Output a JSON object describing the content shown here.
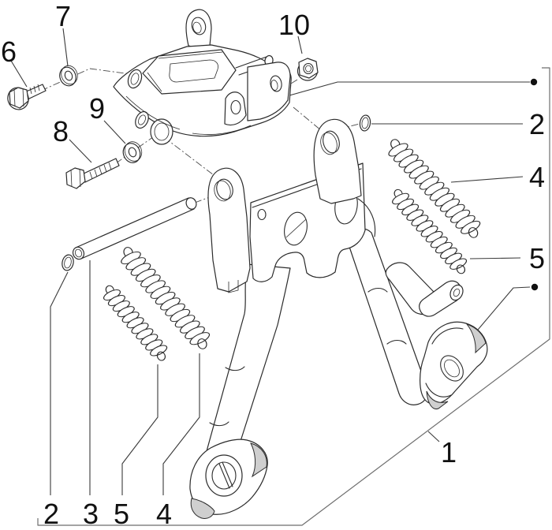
{
  "diagram": {
    "type": "exploded-parts-diagram",
    "subject": "center-stand assembly with mounting bracket, springs and fasteners",
    "background_color": "#ffffff",
    "line_color": "#2b2b2b",
    "shade_color": "#cfcfcf",
    "callout_color": "#111111"
  },
  "callouts": [
    {
      "label": "6",
      "points_to": "flange-bolt-short"
    },
    {
      "label": "7",
      "points_to": "washer-small"
    },
    {
      "label": "8",
      "points_to": "hex-bolt-long"
    },
    {
      "label": "9",
      "points_to": "washer-large"
    },
    {
      "label": "10",
      "points_to": "hex-nut"
    },
    {
      "label": "2",
      "points_to": "ring-right"
    },
    {
      "label": "4",
      "points_to": "spring-long-right"
    },
    {
      "label": "5",
      "points_to": "spring-short-right"
    },
    {
      "label": "1",
      "points_to": "center-stand-assembly"
    },
    {
      "label": "2",
      "points_to": "ring-left"
    },
    {
      "label": "3",
      "points_to": "pivot-pin"
    },
    {
      "label": "5",
      "points_to": "spring-short-left"
    },
    {
      "label": "4",
      "points_to": "spring-long-left"
    }
  ]
}
